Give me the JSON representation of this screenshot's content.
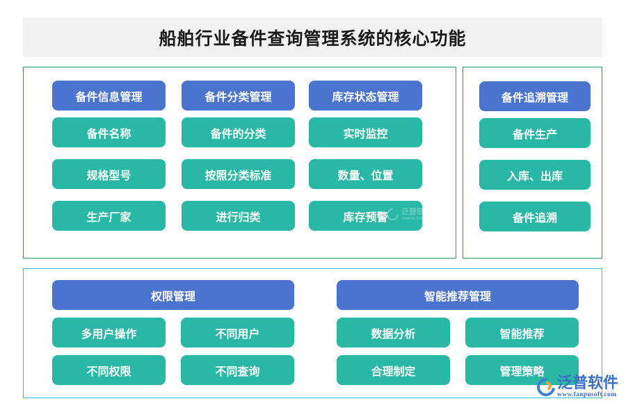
{
  "header": {
    "title": "船舶行业备件查询管理系统的核心功能"
  },
  "colors": {
    "header_chip": "#4a74cd",
    "item_chip": "#2ab8a6",
    "panel_border_green": "#22a05a",
    "panel_border_blue": "#2ec2f2",
    "title_background": "#f2f2f2",
    "brand_blue": "#3d6fc4",
    "brand_orange": "#f0a23c"
  },
  "main_panel": {
    "groups": [
      {
        "header": "备件信息管理",
        "items": [
          "备件名称",
          "规格型号",
          "生产厂家"
        ]
      },
      {
        "header": "备件分类管理",
        "items": [
          "备件的分类",
          "按照分类标准",
          "进行归类"
        ]
      },
      {
        "header": "库存状态管理",
        "items": [
          "实时监控",
          "数量、位置",
          "库存预警"
        ]
      }
    ]
  },
  "trace_panel": {
    "group": {
      "header": "备件追溯管理",
      "items": [
        "备件生产",
        "入库、出库",
        "备件追溯"
      ]
    }
  },
  "bottom_panel": {
    "groups": [
      {
        "header": "权限管理",
        "items": [
          "多用户操作",
          "不同用户",
          "不同权限",
          "不同查询"
        ]
      },
      {
        "header": "智能推荐管理",
        "items": [
          "数据分析",
          "智能推荐",
          "合理制定",
          "管理策略"
        ]
      }
    ]
  },
  "watermark": {
    "text": "泛普软件",
    "subtext": "FANPU SOFTWARE"
  },
  "brand": {
    "name": "泛普软件",
    "url": "www.fanpusoft.com"
  }
}
